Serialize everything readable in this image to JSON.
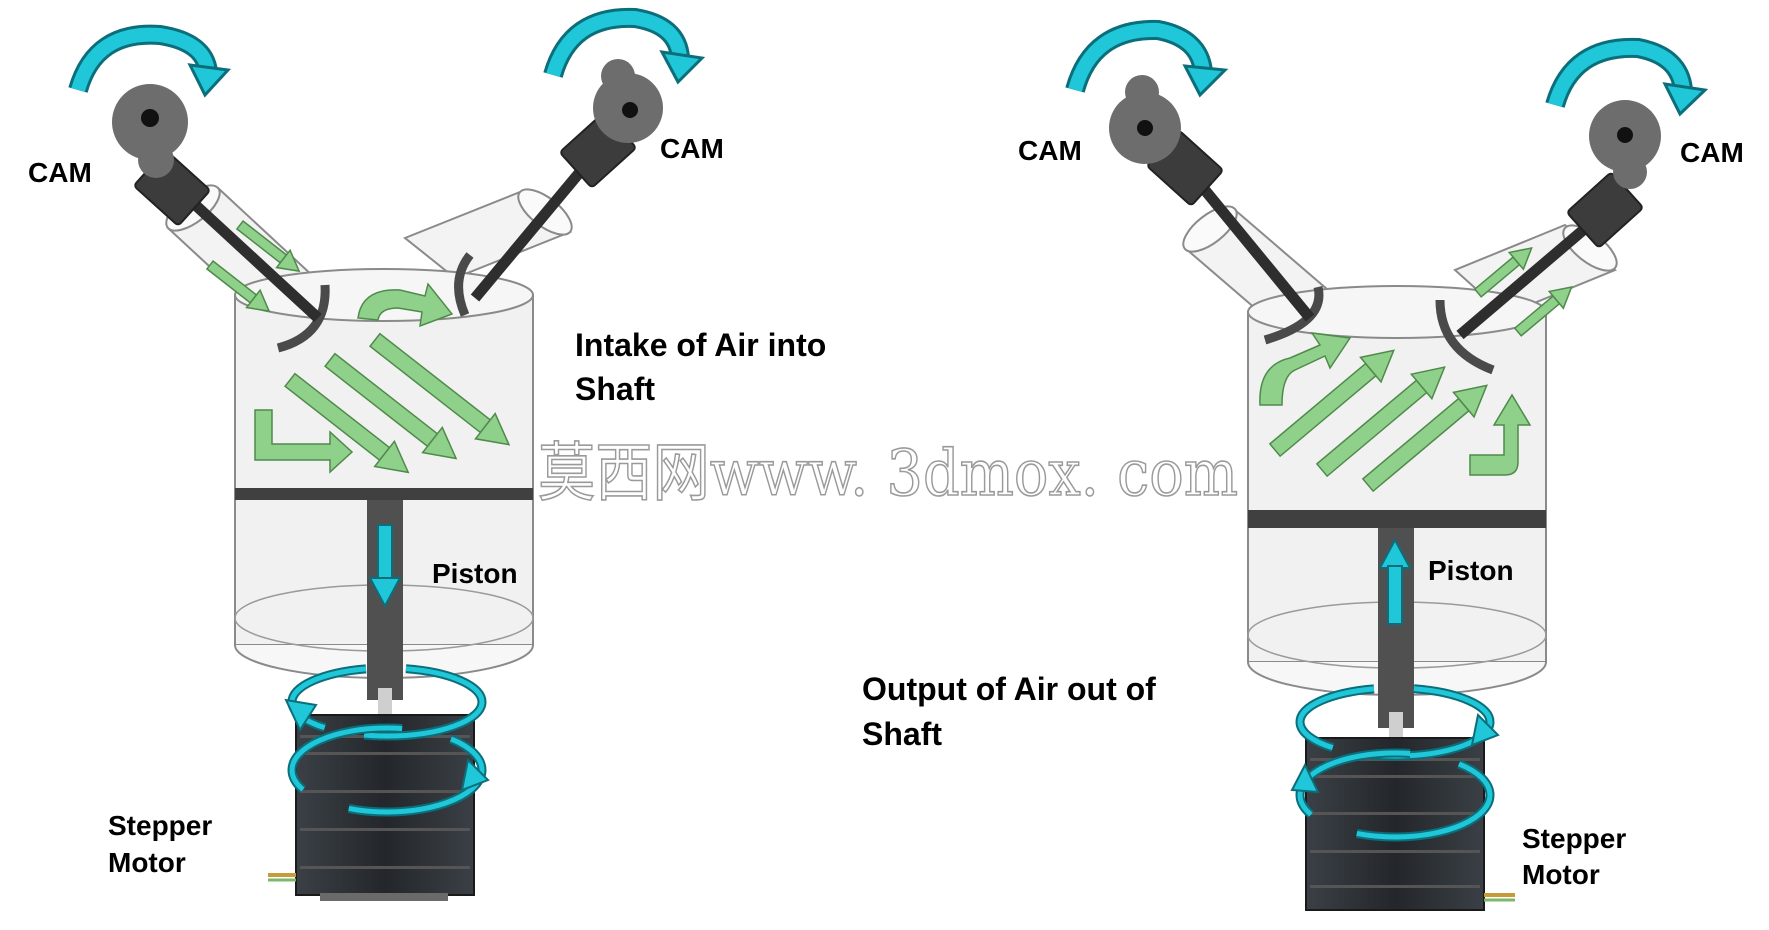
{
  "colors": {
    "cyan": "#1fc7d9",
    "cyan_dark": "#0b6e7a",
    "green": "#8fd08a",
    "green_edge": "#4f8a4b",
    "cylinder": "#f1f1f1",
    "outline": "#8a8a8a",
    "piston": "#404040",
    "cam": "#6d6d6d",
    "motor": "#2b2f33"
  },
  "left": {
    "cam_left": "CAM",
    "cam_right": "CAM",
    "caption_line1": "Intake of Air into",
    "caption_line2": "Shaft",
    "piston": "Piston",
    "motor_line1": "Stepper",
    "motor_line2": "Motor"
  },
  "right": {
    "cam_left": "CAM",
    "cam_right": "CAM",
    "caption_line1": "Output of Air out of",
    "caption_line2": "Shaft",
    "piston": "Piston",
    "motor_line1": "Stepper",
    "motor_line2": "Motor"
  },
  "watermark": "莫西网www. 3dmox. com"
}
